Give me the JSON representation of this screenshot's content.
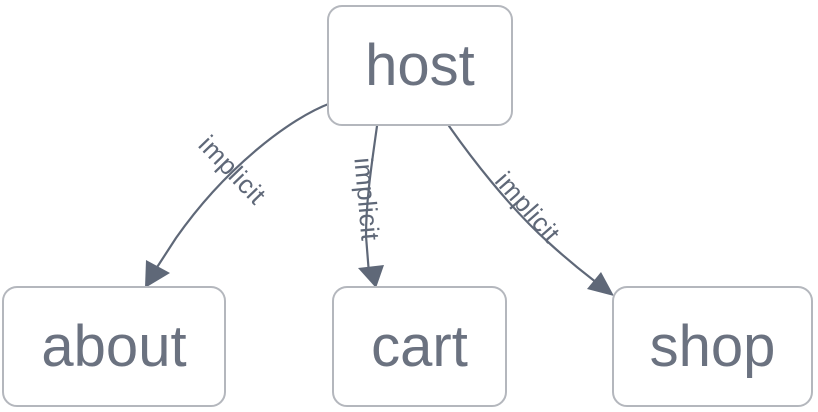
{
  "diagram": {
    "type": "directed-graph",
    "background_color": "#ffffff",
    "node_fill": "#ffffff",
    "node_border_color": "#b4b7bd",
    "node_text_color": "#6b7280",
    "edge_color": "#5f6878",
    "nodes": [
      {
        "id": "host",
        "label": "host"
      },
      {
        "id": "about",
        "label": "about"
      },
      {
        "id": "cart",
        "label": "cart"
      },
      {
        "id": "shop",
        "label": "shop"
      }
    ],
    "edges": [
      {
        "from": "host",
        "to": "about",
        "label": "implicit",
        "arrow": "arrow-head-icon"
      },
      {
        "from": "host",
        "to": "cart",
        "label": "implicit",
        "arrow": "arrow-head-icon"
      },
      {
        "from": "host",
        "to": "shop",
        "label": "implicit",
        "arrow": "arrow-head-icon"
      }
    ]
  }
}
